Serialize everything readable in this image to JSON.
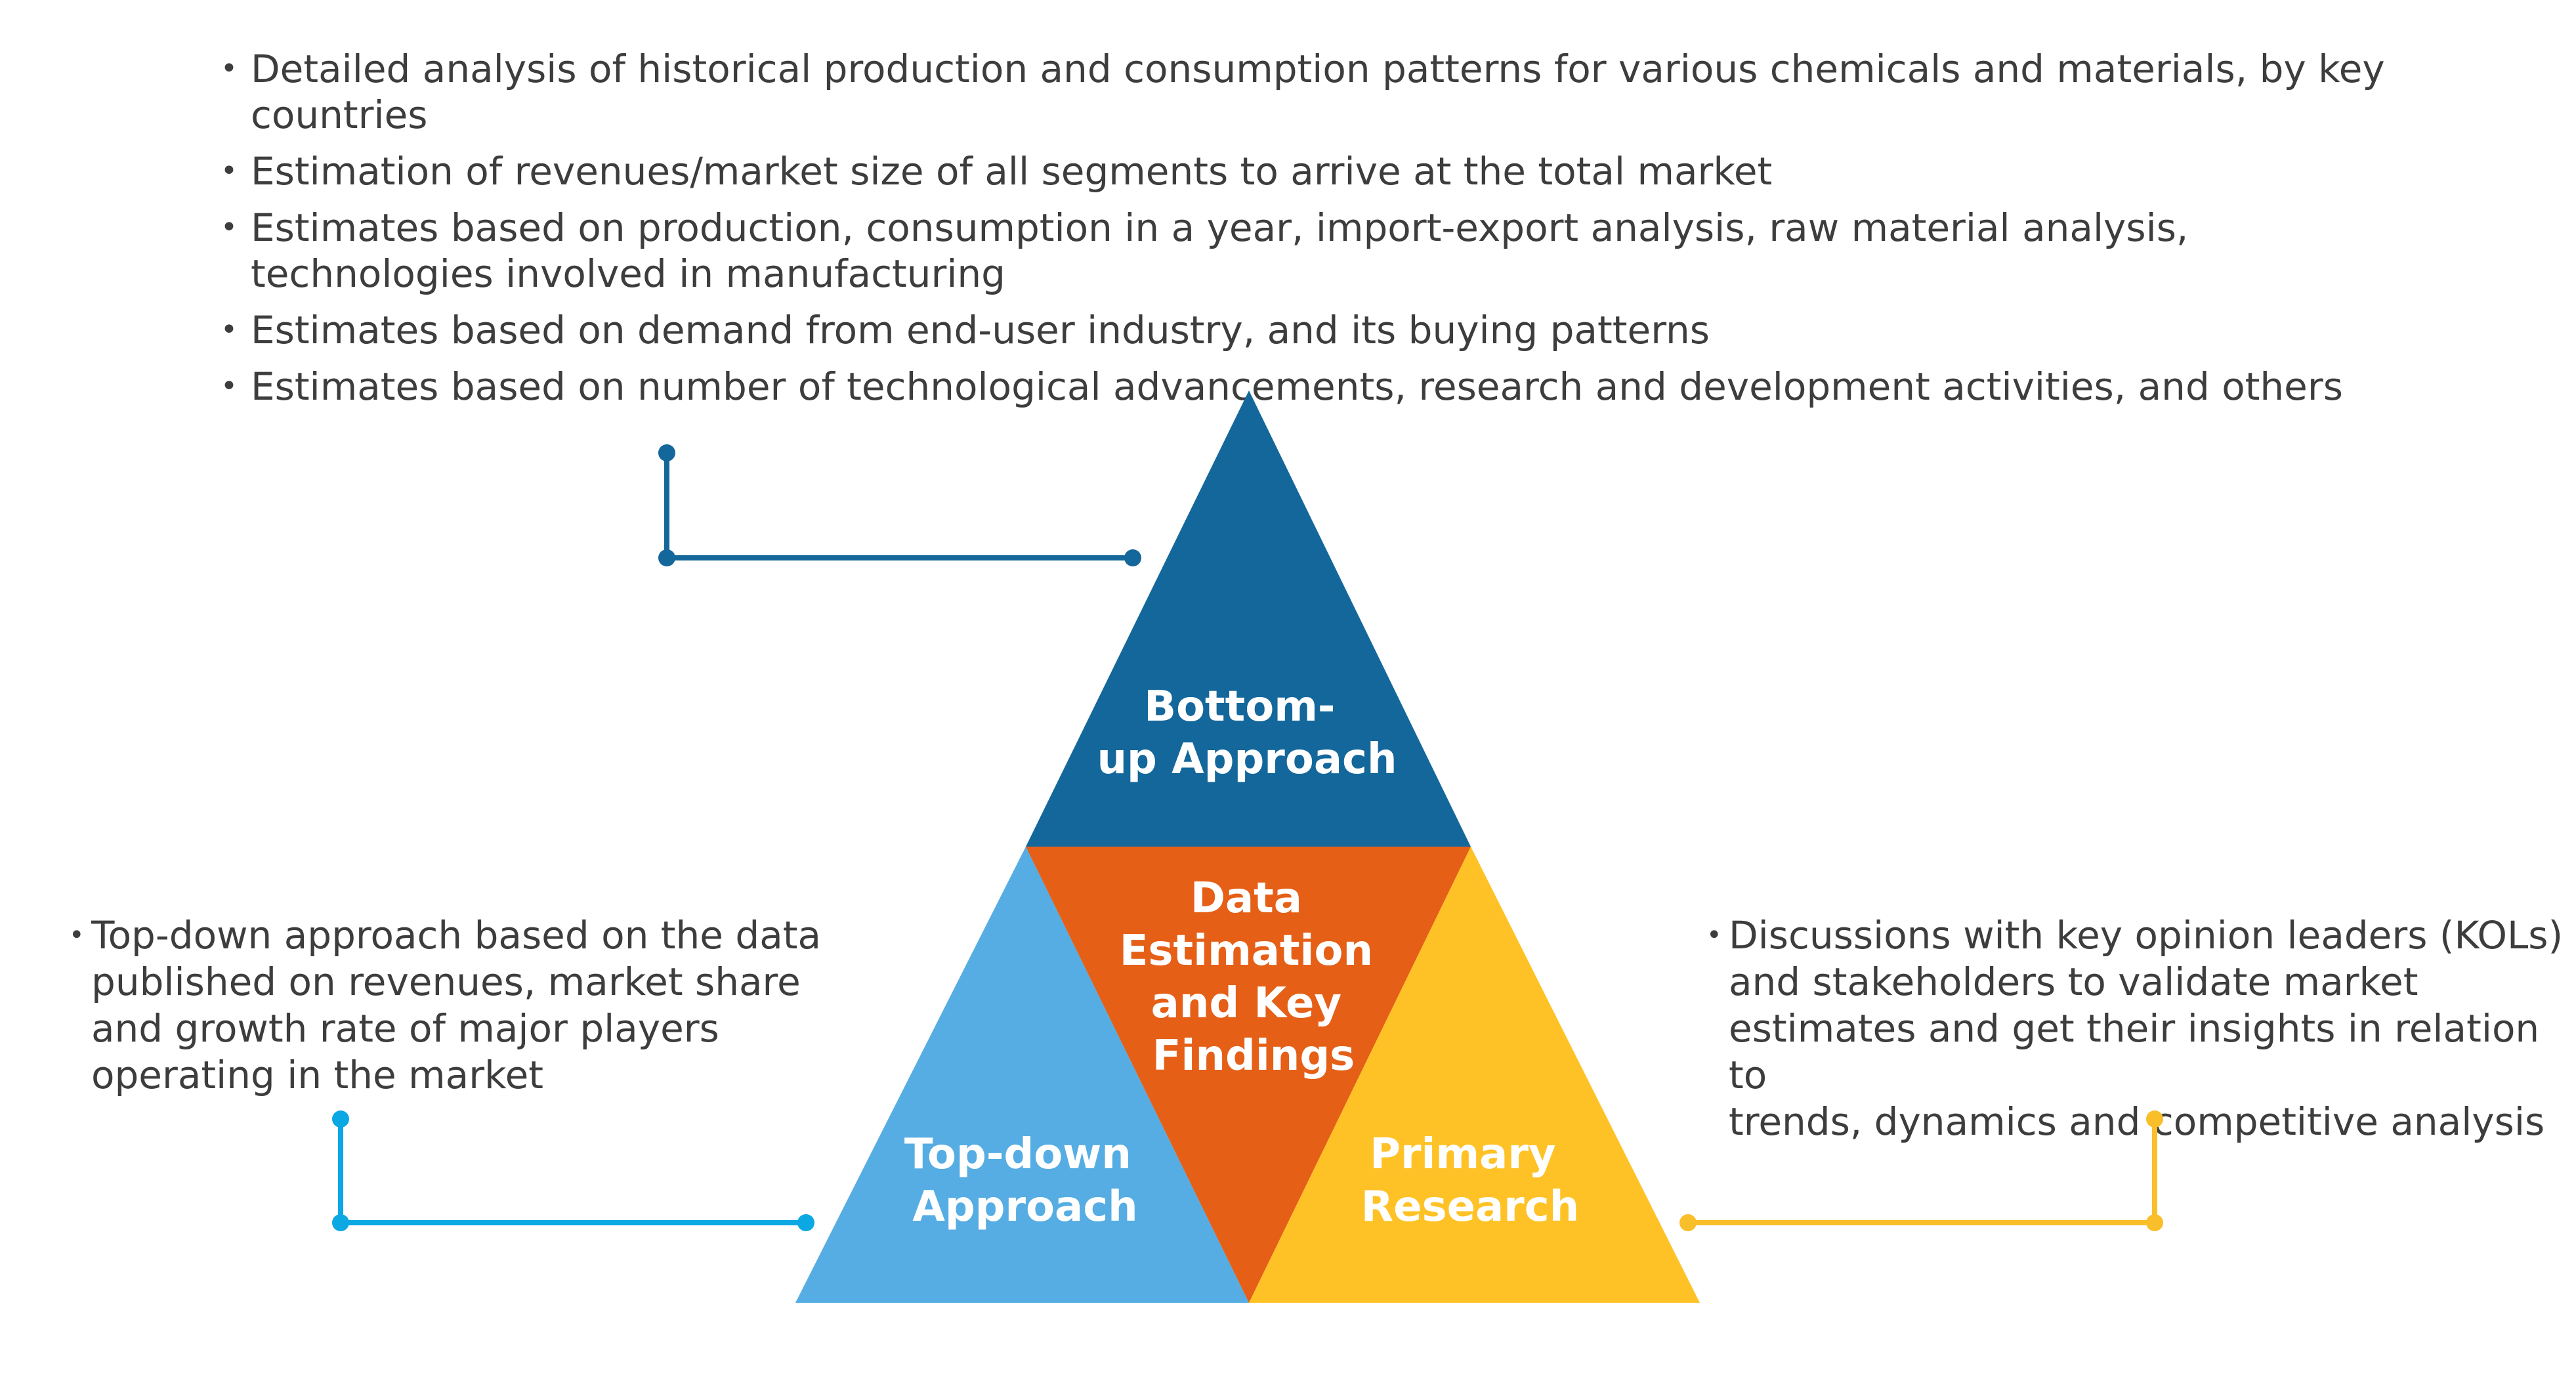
{
  "top_bullets": [
    "Detailed analysis of historical production and consumption patterns for various chemicals and materials, by key countries",
    "Estimation of revenues/market size of all segments to arrive at the total market",
    "Estimates based on production, consumption in a year, import-export analysis, raw material analysis,\ntechnologies involved in manufacturing",
    "Estimates based on demand from end-user industry, and its buying patterns",
    "Estimates based on number of technological advancements, research and development activities, and others"
  ],
  "left_note": "Top-down approach based on the data\npublished on revenues,  market share\nand growth rate of major players\noperating in the market",
  "right_note": "Discussions with key opinion leaders (KOLs)\nand stakeholders to validate market\nestimates and get their insights in relation to\ntrends, dynamics and competitive analysis",
  "triangle": {
    "top_lines": [
      "Bottom-",
      "up Approach"
    ],
    "center_lines": [
      "Data",
      "Estimation",
      "and Key",
      "Findings"
    ],
    "left_lines": [
      "Top-down",
      "Approach"
    ],
    "right_lines": [
      "Primary",
      "Research"
    ]
  },
  "colors": {
    "top": "#14679b",
    "center": "#e55f17",
    "left": "#55ade3",
    "right": "#ffc226",
    "connector_top": "#14679b",
    "connector_left": "#0ba8e3",
    "connector_right": "#f8bf2b",
    "text": "#3d3d3d"
  }
}
